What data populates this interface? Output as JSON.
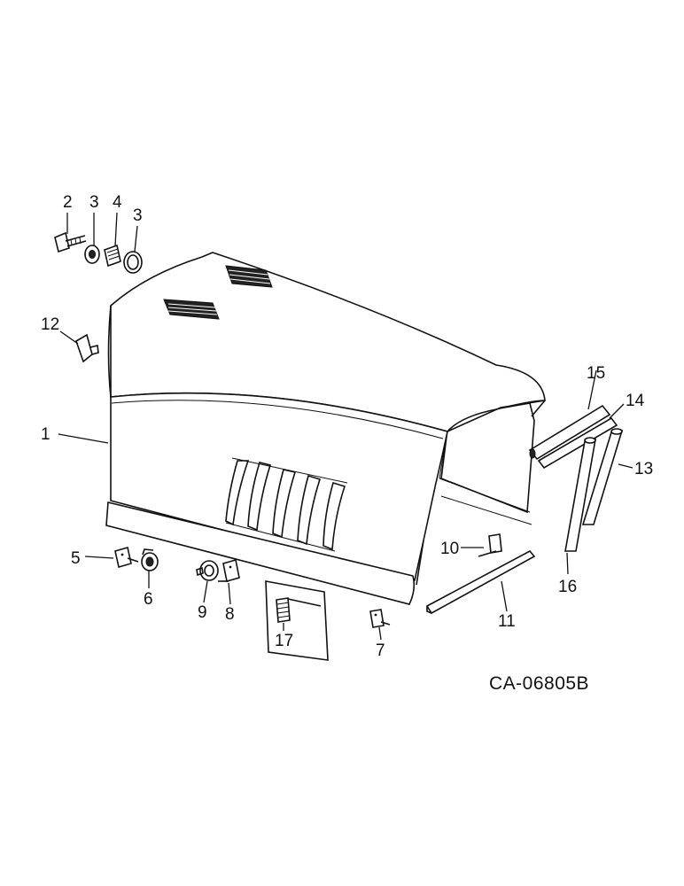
{
  "drawing_reference": "CA-06805B",
  "callouts": {
    "c1": "1",
    "c2": "2",
    "c3a": "3",
    "c3b": "3",
    "c4": "4",
    "c5": "5",
    "c6": "6",
    "c7": "7",
    "c8": "8",
    "c9": "9",
    "c10": "10",
    "c11": "11",
    "c12": "12",
    "c13": "13",
    "c14": "14",
    "c15": "15",
    "c16": "16",
    "c17": "17"
  },
  "colors": {
    "line": "#111111",
    "background": "#ffffff"
  }
}
